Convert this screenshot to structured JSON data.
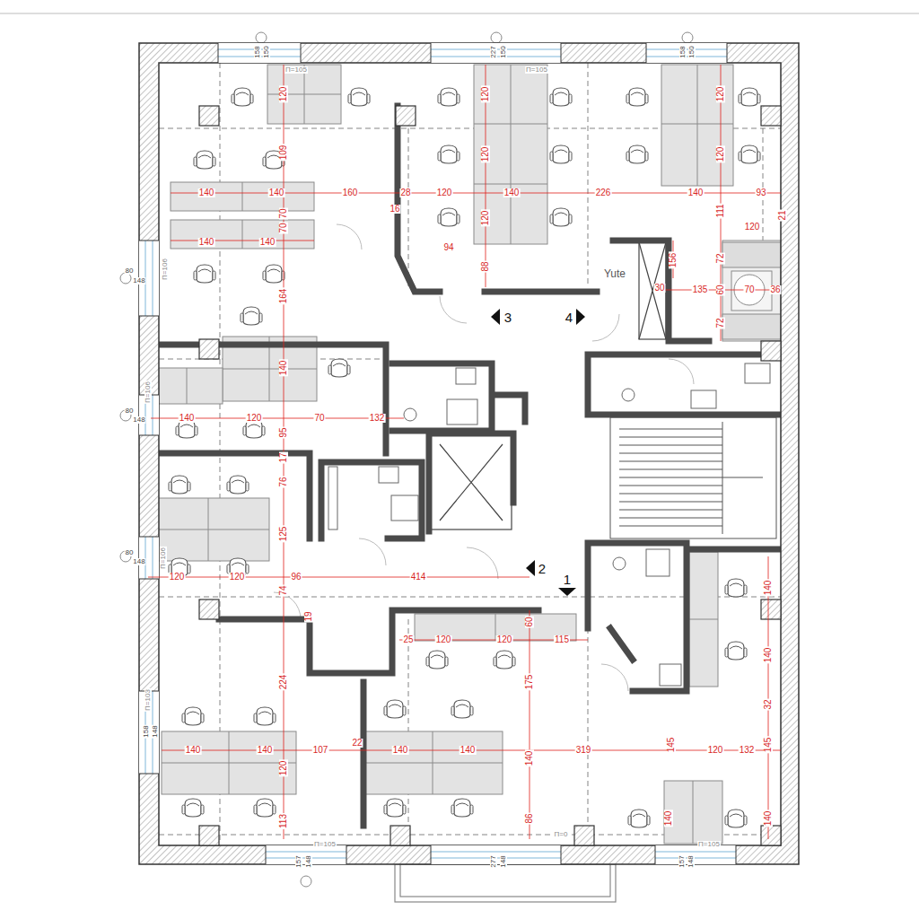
{
  "diagram": {
    "labels": [
      "158",
      "150",
      "П=105",
      "227",
      "150",
      "П=105",
      "158",
      "150",
      "120",
      "120",
      "120",
      "109",
      "120",
      "120",
      "140",
      "140",
      "160",
      "28",
      "120",
      "140",
      "226",
      "140",
      "93",
      "16",
      "111",
      "21",
      "70",
      "120",
      "120",
      "70",
      "140",
      "140",
      "94",
      "72",
      "156",
      "88",
      "П=106",
      "80",
      "148",
      "Yute",
      "30",
      "135",
      "60",
      "70",
      "36",
      "164",
      "3",
      "4",
      "72",
      "140",
      "П=106",
      "80",
      "148",
      "140",
      "120",
      "70",
      "132",
      "95",
      "17",
      "76",
      "125",
      "80",
      "148",
      "П=106",
      "2",
      "120",
      "120",
      "96",
      "414",
      "1",
      "74",
      "140",
      "19",
      "60",
      "25",
      "120",
      "120",
      "115",
      "140",
      "224",
      "175",
      "П=103",
      "32",
      "158",
      "148",
      "22",
      "145",
      "145",
      "140",
      "140",
      "107",
      "140",
      "140",
      "319",
      "120",
      "132",
      "120",
      "140",
      "86",
      "140",
      "140",
      "113",
      "П=0",
      "П=105",
      "П=105",
      "157",
      "148",
      "277",
      "148",
      "157",
      "148"
    ]
  }
}
